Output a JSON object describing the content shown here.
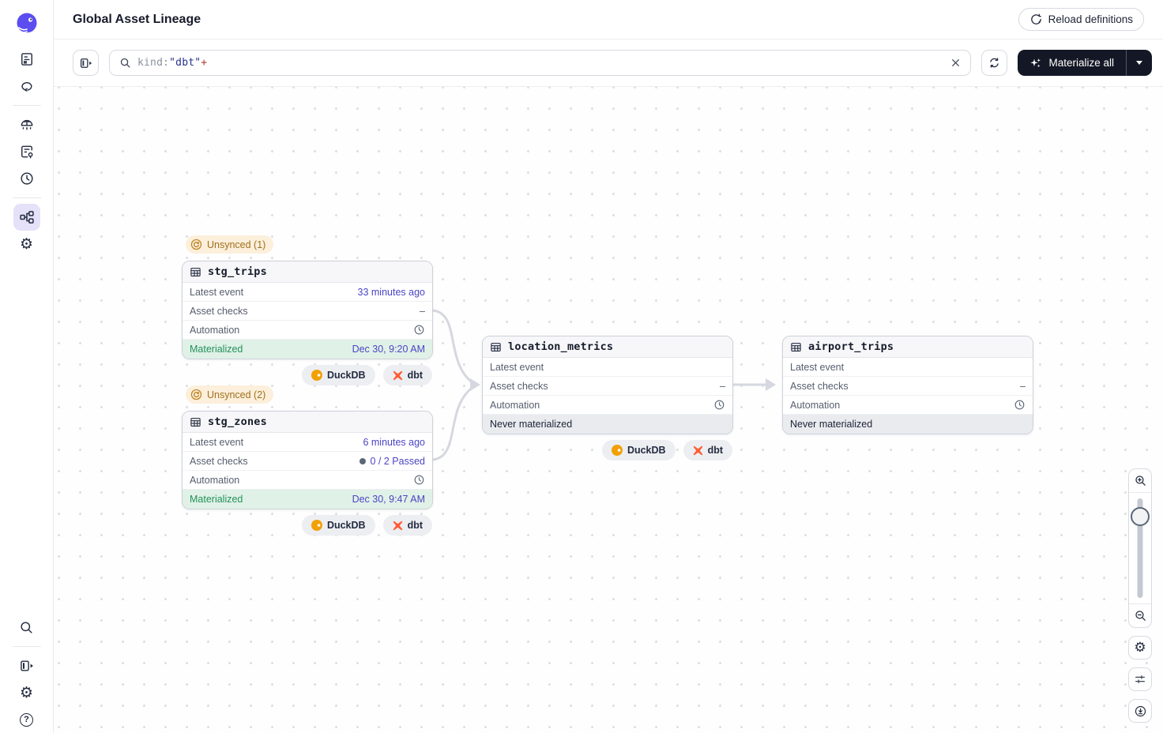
{
  "header": {
    "title": "Global Asset Lineage",
    "reload_button_label": "Reload definitions"
  },
  "toolbar": {
    "search": {
      "token_key": "kind",
      "token_sep": ":",
      "token_value": "\"dbt\"",
      "token_suffix": "+"
    },
    "materialize_button_label": "Materialize all"
  },
  "labels": {
    "latest_event": "Latest event",
    "asset_checks": "Asset checks",
    "automation": "Automation"
  },
  "graph": {
    "nodes": [
      {
        "name": "stg_trips",
        "sync_badge": "Unsynced (1)",
        "latest_event_value": "33 minutes ago",
        "asset_checks_value": "–",
        "status_label": "Materialized",
        "status_value": "Dec 30, 9:20 AM",
        "kinds": [
          "DuckDB",
          "dbt"
        ]
      },
      {
        "name": "stg_zones",
        "sync_badge": "Unsynced (2)",
        "latest_event_value": "6 minutes ago",
        "asset_checks_value": "0 / 2 Passed",
        "status_label": "Materialized",
        "status_value": "Dec 30, 9:47 AM",
        "kinds": [
          "DuckDB",
          "dbt"
        ]
      },
      {
        "name": "location_metrics",
        "latest_event_value": "",
        "asset_checks_value": "–",
        "status_label": "Never materialized",
        "status_value": "",
        "kinds": [
          "DuckDB",
          "dbt"
        ]
      },
      {
        "name": "airport_trips",
        "latest_event_value": "",
        "asset_checks_value": "–",
        "status_label": "Never materialized",
        "status_value": "",
        "kinds": []
      }
    ],
    "edges": [
      {
        "from": "stg_trips",
        "to": "location_metrics"
      },
      {
        "from": "stg_zones",
        "to": "location_metrics"
      },
      {
        "from": "location_metrics",
        "to": "airport_trips"
      }
    ]
  },
  "icons": {
    "sidebar_top": [
      "assets-icon",
      "runs-icon",
      "deployment-icon",
      "jobs-icon",
      "schedules-icon",
      "lineage-icon",
      "settings-icon"
    ],
    "sidebar_bottom": [
      "search-icon",
      "collapse-panel-icon",
      "settings-icon",
      "help-icon"
    ],
    "map_controls": [
      "zoom-in-icon",
      "zoom-out-icon",
      "gear-icon",
      "filters-icon",
      "recenter-icon"
    ]
  },
  "colors": {
    "brand_purple": "#5b4df0",
    "active_item_bg": "#e4e1f8",
    "link_indigo": "#4a45c4",
    "materialized_bg": "#e0f1e7",
    "materialized_text": "#22915a",
    "never_materialized_bg": "#e9ebef",
    "unsynced_bg": "#fcefdb",
    "unsynced_text": "#a06f1d",
    "dark_button_bg": "#141826",
    "edge_gray": "#d6d8df",
    "duckdb_orange": "#f2a007",
    "dbt_orange": "#ff5c35"
  }
}
